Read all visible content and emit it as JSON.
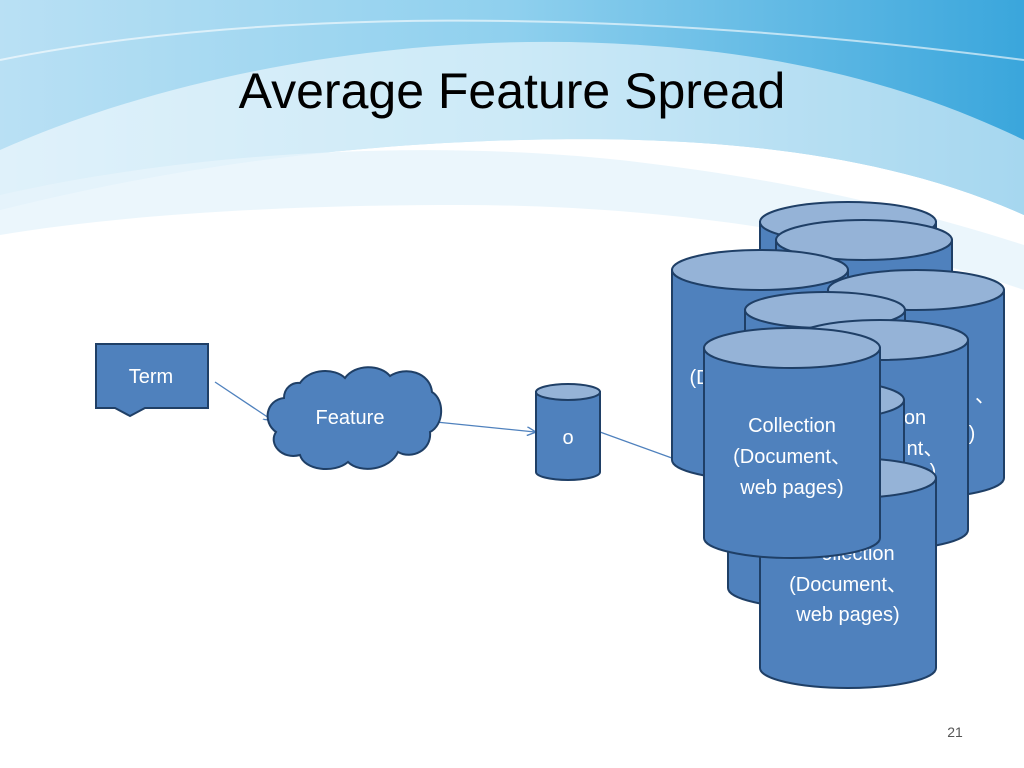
{
  "slide": {
    "title": "Average Feature Spread",
    "page_number": "21"
  },
  "diagram": {
    "term_label": "Term",
    "feature_label": "Feature",
    "small_cylinder_label": "o",
    "collection_lines": [
      "Collection",
      "(Document、",
      "web pages)"
    ],
    "partial_labels": {
      "back_left": "(D",
      "back_right_top": "、",
      "back_right_mid": ")",
      "mid_right_top": "on",
      "mid_right_mid": "nt、",
      "mid_right_bot": ")",
      "front_bottom": "ollection"
    }
  },
  "colors": {
    "shape_fill": "#4f81bd",
    "shape_top": "#95b3d7",
    "shape_stroke": "#1f3f66",
    "connector": "#4f81bd"
  }
}
